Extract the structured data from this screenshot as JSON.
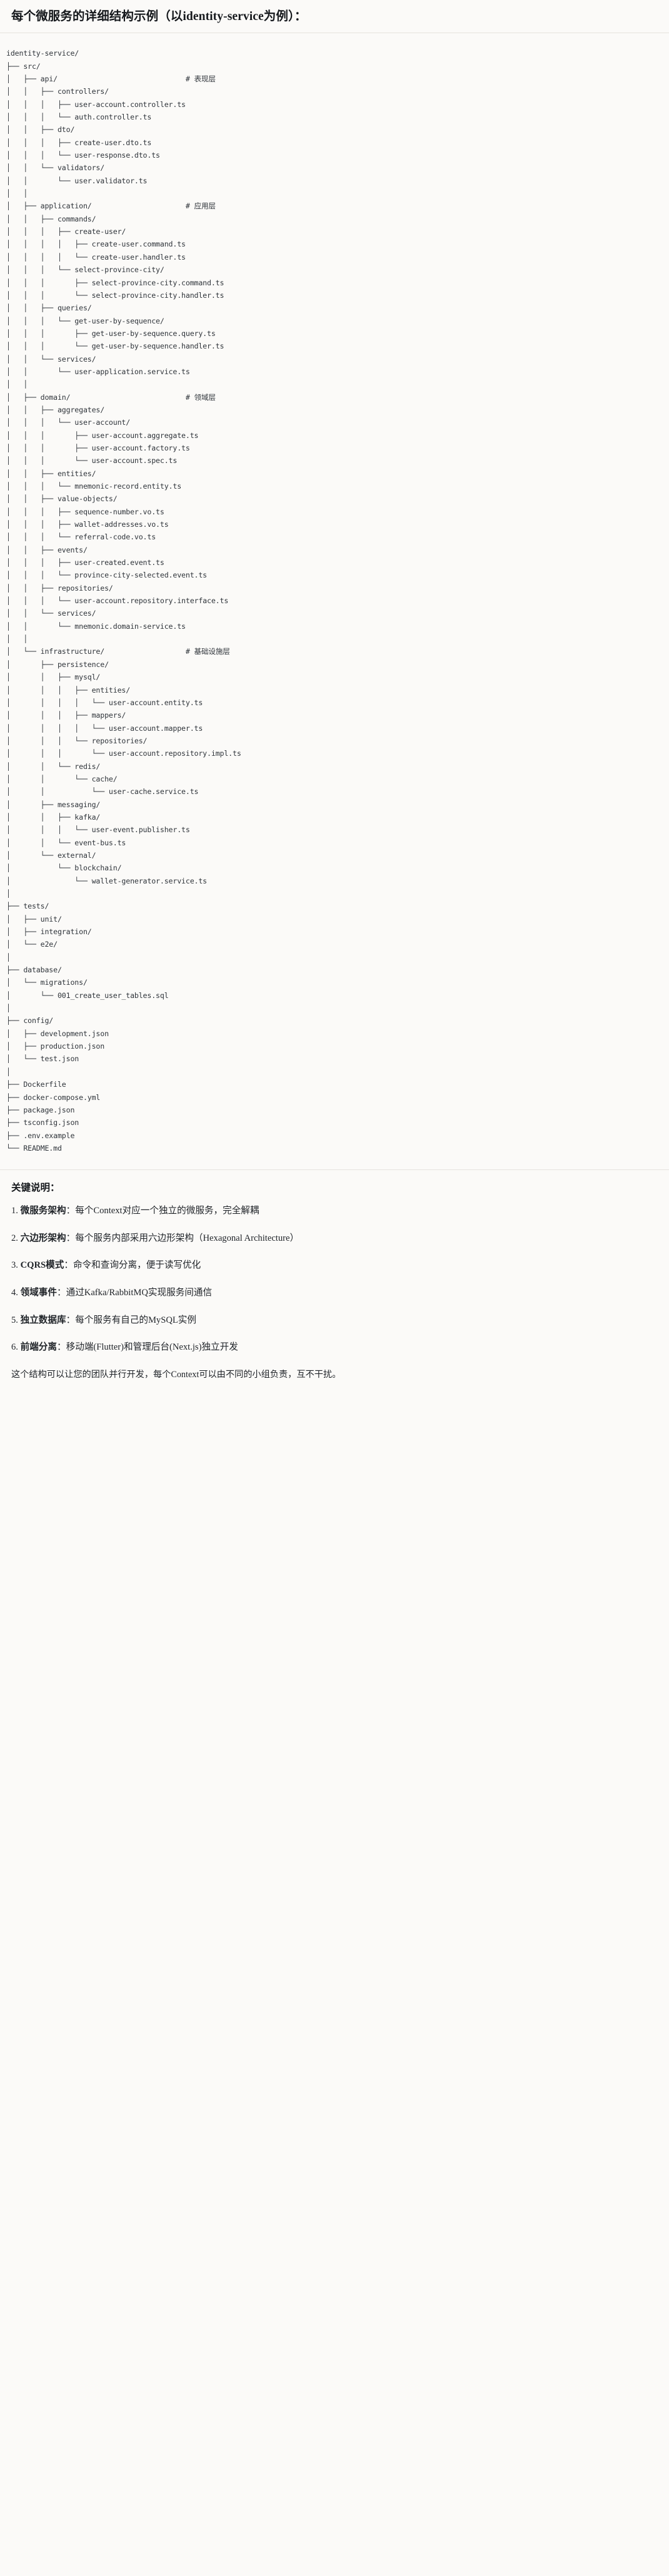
{
  "title": "每个微服务的详细结构示例（以identity-service为例）：",
  "tree": {
    "text": "identity-service/\n├── src/\n│   ├── api/                              # 表现层\n│   │   ├── controllers/\n│   │   │   ├── user-account.controller.ts\n│   │   │   └── auth.controller.ts\n│   │   ├── dto/\n│   │   │   ├── create-user.dto.ts\n│   │   │   └── user-response.dto.ts\n│   │   └── validators/\n│   │       └── user.validator.ts\n│   │\n│   ├── application/                      # 应用层\n│   │   ├── commands/\n│   │   │   ├── create-user/\n│   │   │   │   ├── create-user.command.ts\n│   │   │   │   └── create-user.handler.ts\n│   │   │   └── select-province-city/\n│   │   │       ├── select-province-city.command.ts\n│   │   │       └── select-province-city.handler.ts\n│   │   ├── queries/\n│   │   │   └── get-user-by-sequence/\n│   │   │       ├── get-user-by-sequence.query.ts\n│   │   │       └── get-user-by-sequence.handler.ts\n│   │   └── services/\n│   │       └── user-application.service.ts\n│   │\n│   ├── domain/                           # 领域层\n│   │   ├── aggregates/\n│   │   │   └── user-account/\n│   │   │       ├── user-account.aggregate.ts\n│   │   │       ├── user-account.factory.ts\n│   │   │       └── user-account.spec.ts\n│   │   ├── entities/\n│   │   │   └── mnemonic-record.entity.ts\n│   │   ├── value-objects/\n│   │   │   ├── sequence-number.vo.ts\n│   │   │   ├── wallet-addresses.vo.ts\n│   │   │   └── referral-code.vo.ts\n│   │   ├── events/\n│   │   │   ├── user-created.event.ts\n│   │   │   └── province-city-selected.event.ts\n│   │   ├── repositories/\n│   │   │   └── user-account.repository.interface.ts\n│   │   └── services/\n│   │       └── mnemonic.domain-service.ts\n│   │\n│   └── infrastructure/                   # 基础设施层\n│       ├── persistence/\n│       │   ├── mysql/\n│       │   │   ├── entities/\n│       │   │   │   └── user-account.entity.ts\n│       │   │   ├── mappers/\n│       │   │   │   └── user-account.mapper.ts\n│       │   │   └── repositories/\n│       │   │       └── user-account.repository.impl.ts\n│       │   └── redis/\n│       │       └── cache/\n│       │           └── user-cache.service.ts\n│       ├── messaging/\n│       │   ├── kafka/\n│       │   │   └── user-event.publisher.ts\n│       │   └── event-bus.ts\n│       └── external/\n│           └── blockchain/\n│               └── wallet-generator.service.ts\n│\n├── tests/\n│   ├── unit/\n│   ├── integration/\n│   └── e2e/\n│\n├── database/\n│   └── migrations/\n│       └── 001_create_user_tables.sql\n│\n├── config/\n│   ├── development.json\n│   ├── production.json\n│   └── test.json\n│\n├── Dockerfile\n├── docker-compose.yml\n├── package.json\n├── tsconfig.json\n├── .env.example\n└── README.md"
  },
  "notes": {
    "heading": "关键说明：",
    "items": [
      {
        "term": "微服务架构",
        "sep": "：",
        "desc": "每个Context对应一个独立的微服务，完全解耦"
      },
      {
        "term": "六边形架构",
        "sep": "：",
        "desc": "每个服务内部采用六边形架构（Hexagonal Architecture）"
      },
      {
        "term": "CQRS模式",
        "sep": "：",
        "desc": "命令和查询分离，便于读写优化"
      },
      {
        "term": "领域事件",
        "sep": "：",
        "desc": "通过Kafka/RabbitMQ实现服务间通信"
      },
      {
        "term": "独立数据库",
        "sep": "：",
        "desc": "每个服务有自己的MySQL实例"
      },
      {
        "term": "前端分离",
        "sep": "：",
        "desc": "移动端(Flutter)和管理后台(Next.js)独立开发"
      }
    ],
    "closing": "这个结构可以让您的团队并行开发，每个Context可以由不同的小组负责，互不干扰。"
  },
  "colors": {
    "background": "#fbfaf8",
    "text": "#1f2328",
    "code_text": "#2f343a",
    "divider": "#e6e3de"
  }
}
